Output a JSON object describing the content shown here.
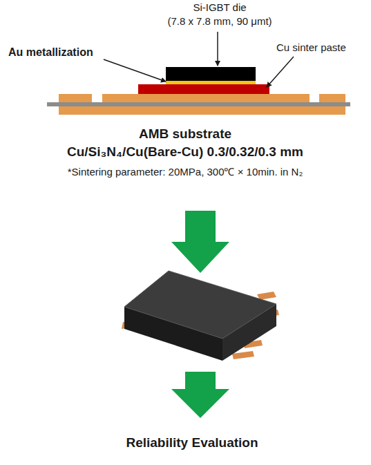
{
  "diagram": {
    "labels": [
      "Si-IGBT die",
      "(7.8 x 7.8 mm, 90 μmt)",
      "Au metallization",
      "Cu sinter paste",
      "AMB substrate",
      "Cu/Si₃N₄/Cu(Bare-Cu) 0.3/0.32/0.3 mm",
      "*Sintering parameter:  20MPa, 300℃ × 10min. in N₂",
      "Reliability Evaluation"
    ]
  }
}
